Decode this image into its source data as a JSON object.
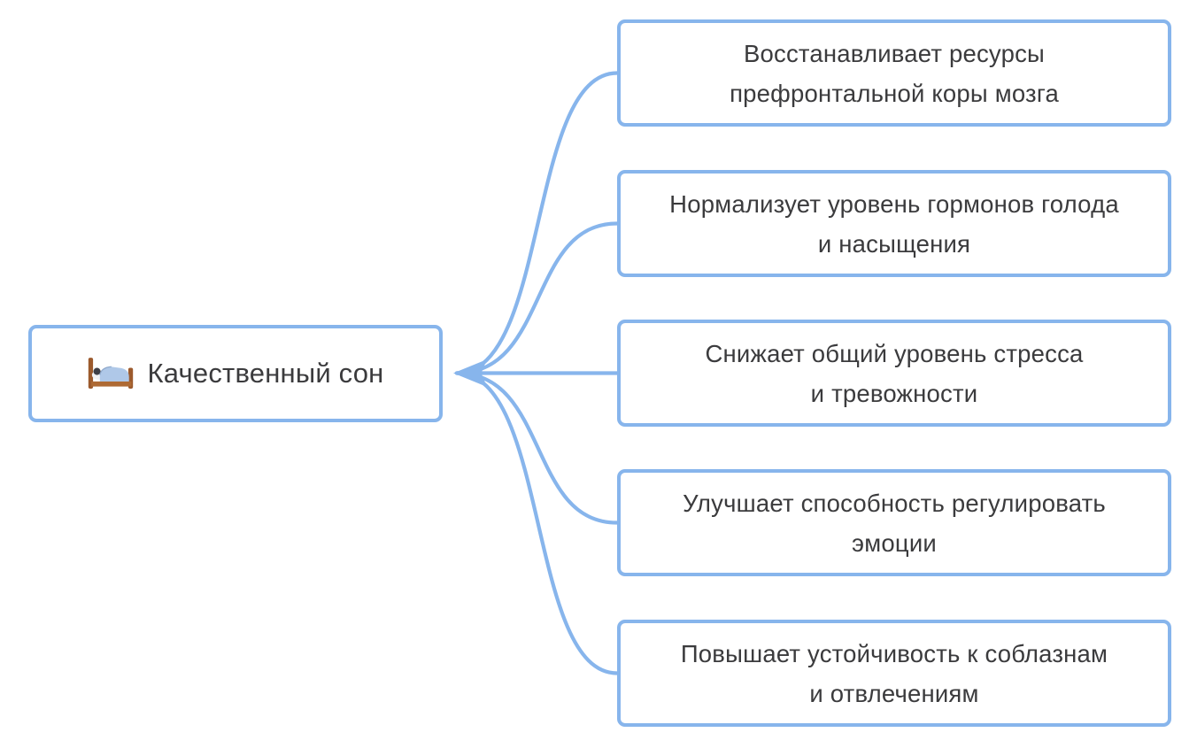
{
  "diagram": {
    "type": "mindmap",
    "root": {
      "label": "Качественный сон",
      "icon": "person-in-bed-emoji"
    },
    "branches": [
      {
        "line1": "Восстанавливает ресурсы",
        "line2": "префронтальной коры мозга"
      },
      {
        "line1": "Нормализует уровень гормонов голода",
        "line2": "и насыщения"
      },
      {
        "line1": "Снижает общий уровень стресса",
        "line2": "и тревожности"
      },
      {
        "line1": "Улучшает способность регулировать",
        "line2": "эмоции"
      },
      {
        "line1": "Повышает устойчивость к соблазнам",
        "line2": "и отвлечениям"
      }
    ],
    "colors": {
      "line": "#87B5EC",
      "text": "#3B3B3D",
      "box_background": "#FFFFFF"
    }
  }
}
